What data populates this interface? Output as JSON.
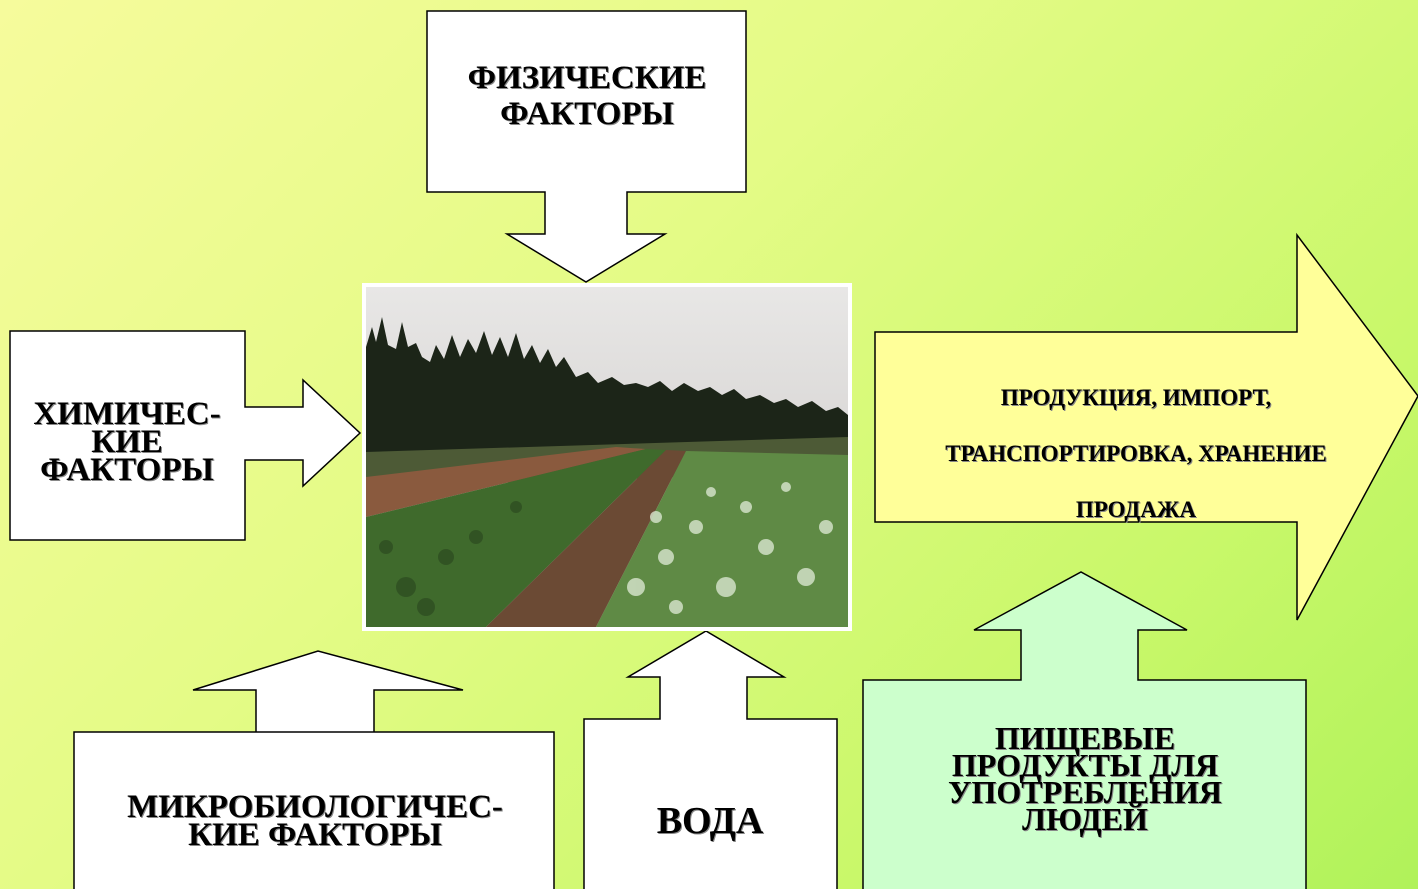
{
  "physical": [
    "ФИЗИЧЕСКИЕ",
    "ФАКТОРЫ"
  ],
  "chemical": [
    "ХИМИЧЕС-",
    "КИЕ",
    "ФАКТОРЫ"
  ],
  "microbiological": [
    "МИКРОБИОЛОГИЧЕС-",
    "КИЕ ФАКТОРЫ"
  ],
  "water": "ВОДА",
  "chain": [
    "ПРОДУКЦИЯ, ИМПОРТ,",
    "ТРАНСПОРТИРОВКА, ХРАНЕНИЕ",
    "ПРОДАЖА"
  ],
  "food": [
    "ПИЩЕВЫЕ",
    "ПРОДУКТЫ ДЛЯ",
    "УПОТРЕБЛЕНИЯ",
    "ЛЮДЕЙ"
  ],
  "colors": {
    "box": "#ffffff",
    "chain": "#ffff99",
    "food": "#ccffcc",
    "stroke": "#000000"
  },
  "photo_icon": "crop-field-photo"
}
